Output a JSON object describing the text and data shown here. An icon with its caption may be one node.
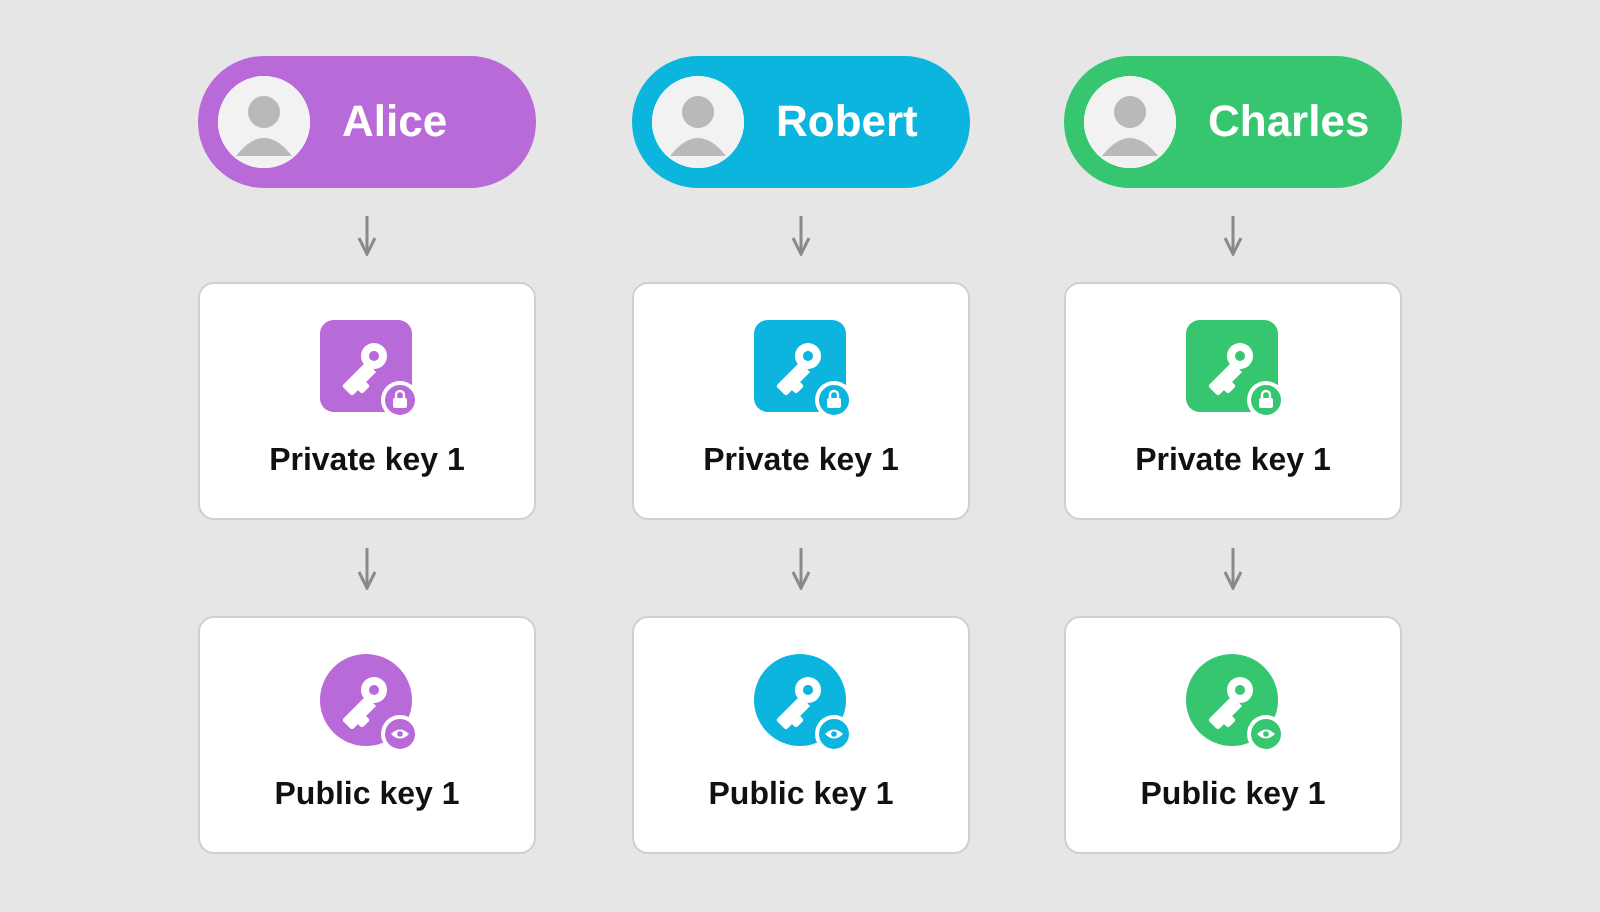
{
  "diagram": {
    "nodes": [
      {
        "text": [
          "Alice"
        ]
      },
      {
        "text": [
          "Robert"
        ]
      },
      {
        "text": [
          "Charles"
        ]
      },
      {
        "text": [
          "Private key 1"
        ]
      },
      {
        "text": [
          "Private key 1"
        ]
      },
      {
        "text": [
          "Private key 1"
        ]
      },
      {
        "text": [
          "Public key 1"
        ]
      },
      {
        "text": [
          "Public key 1"
        ]
      },
      {
        "text": [
          "Public key 1"
        ]
      }
    ],
    "edges": [
      {
        "from": 0,
        "to": 3,
        "arrow": "to"
      },
      {
        "from": 1,
        "to": 4,
        "arrow": "to"
      },
      {
        "from": 2,
        "to": 5,
        "arrow": "to"
      },
      {
        "from": 3,
        "to": 6,
        "arrow": "to"
      },
      {
        "from": 4,
        "to": 7,
        "arrow": "to"
      },
      {
        "from": 5,
        "to": 8,
        "arrow": "to"
      }
    ]
  }
}
